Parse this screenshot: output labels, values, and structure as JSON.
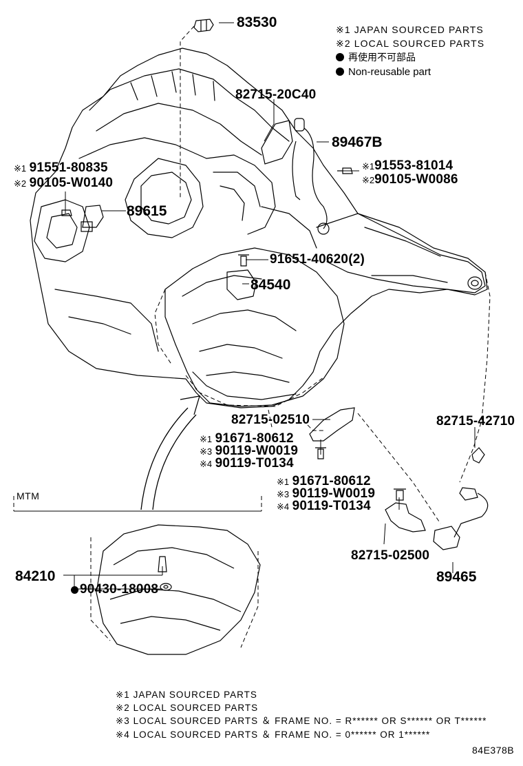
{
  "legend_top": {
    "note1": "※1 JAPAN SOURCED PARTS",
    "note2": "※2 LOCAL SOURCED PARTS",
    "note3": "再使用不可部品",
    "note4": "Non-reusable part"
  },
  "parts": {
    "p83530": "83530",
    "p82715_20C40": "82715-20C40",
    "p89467B": "89467B",
    "p91553_prefix": "※1",
    "p91553": "91553-81014",
    "p90105_0086_prefix": "※2",
    "p90105_0086": "90105-W0086",
    "p91551_prefix": "※1",
    "p91551": "91551-80835",
    "p90105_0140_prefix": "※2",
    "p90105_0140": "90105-W0140",
    "p89615": "89615",
    "p91651": "91651-40620(2)",
    "p84540": "84540",
    "p82715_02510": "82715-02510",
    "p82715_42710": "82715-42710",
    "left_stack": [
      {
        "mark": "※1",
        "pn": "91671-80612"
      },
      {
        "mark": "※3",
        "pn": "90119-W0019"
      },
      {
        "mark": "※4",
        "pn": "90119-T0134"
      }
    ],
    "right_stack": [
      {
        "mark": "※1",
        "pn": "91671-80612"
      },
      {
        "mark": "※3",
        "pn": "90119-W0019"
      },
      {
        "mark": "※4",
        "pn": "90119-T0134"
      }
    ],
    "p82715_02500": "82715-02500",
    "p89465": "89465",
    "mtm_label": "MTM",
    "p84210": "84210",
    "p90430": "90430-18008"
  },
  "legend_bottom": [
    "※1 JAPAN SOURCED PARTS",
    "※2 LOCAL SOURCED PARTS",
    "※3 LOCAL SOURCED PARTS ＆ FRAME NO. = R****** OR S****** OR T******",
    "※4 LOCAL SOURCED PARTS ＆ FRAME NO. = 0****** OR 1******"
  ],
  "diagram_ref": "84E378B"
}
